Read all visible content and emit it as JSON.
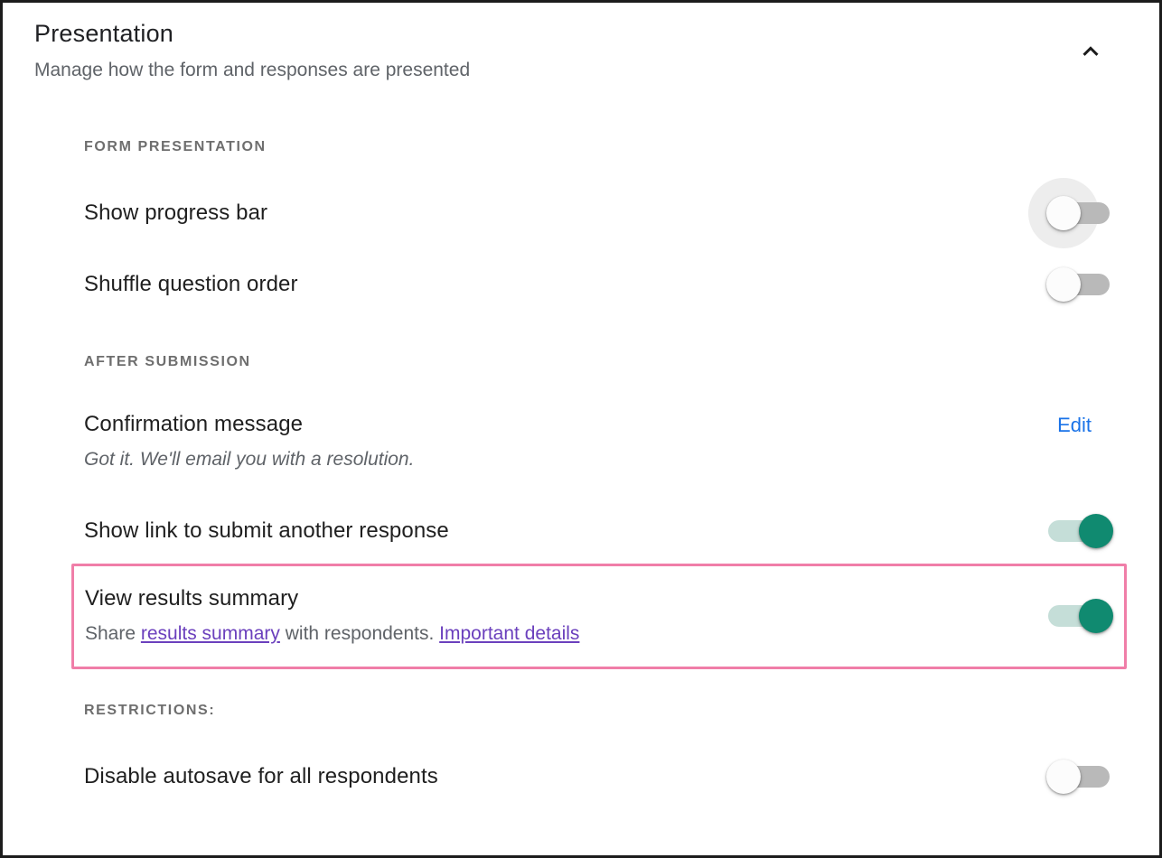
{
  "header": {
    "title": "Presentation",
    "subtitle": "Manage how the form and responses are presented",
    "collapse_icon": "chevron-up"
  },
  "sections": {
    "form_presentation": {
      "header": "FORM PRESENTATION",
      "rows": {
        "show_progress_bar": {
          "label": "Show progress bar",
          "toggle": "off"
        },
        "shuffle_question_order": {
          "label": "Shuffle question order",
          "toggle": "off"
        }
      }
    },
    "after_submission": {
      "header": "AFTER SUBMISSION",
      "rows": {
        "confirmation_message": {
          "label": "Confirmation message",
          "description": "Got it. We'll email you with a resolution.",
          "action_label": "Edit"
        },
        "show_link_submit_another": {
          "label": "Show link to submit another response",
          "toggle": "on"
        },
        "view_results_summary": {
          "label": "View results summary",
          "description_prefix": "Share ",
          "link_results_summary": "results summary",
          "description_middle": " with respondents. ",
          "link_important_details": "Important details",
          "toggle": "on",
          "highlighted": true
        }
      }
    },
    "restrictions": {
      "header": "RESTRICTIONS:",
      "rows": {
        "disable_autosave": {
          "label": "Disable autosave for all respondents",
          "toggle": "off"
        }
      }
    }
  },
  "colors": {
    "toggle_on_knob": "#108a70",
    "toggle_on_track": "#c5ded8",
    "toggle_off_knob": "#fcfcfc",
    "toggle_off_track": "#b9b9b9",
    "edit_link_blue": "#1a73e8",
    "link_purple": "#6b40bd",
    "highlight_pink": "#f07ea8",
    "section_header_gray": "#6e6e6e",
    "subtitle_gray": "#5f6368"
  }
}
